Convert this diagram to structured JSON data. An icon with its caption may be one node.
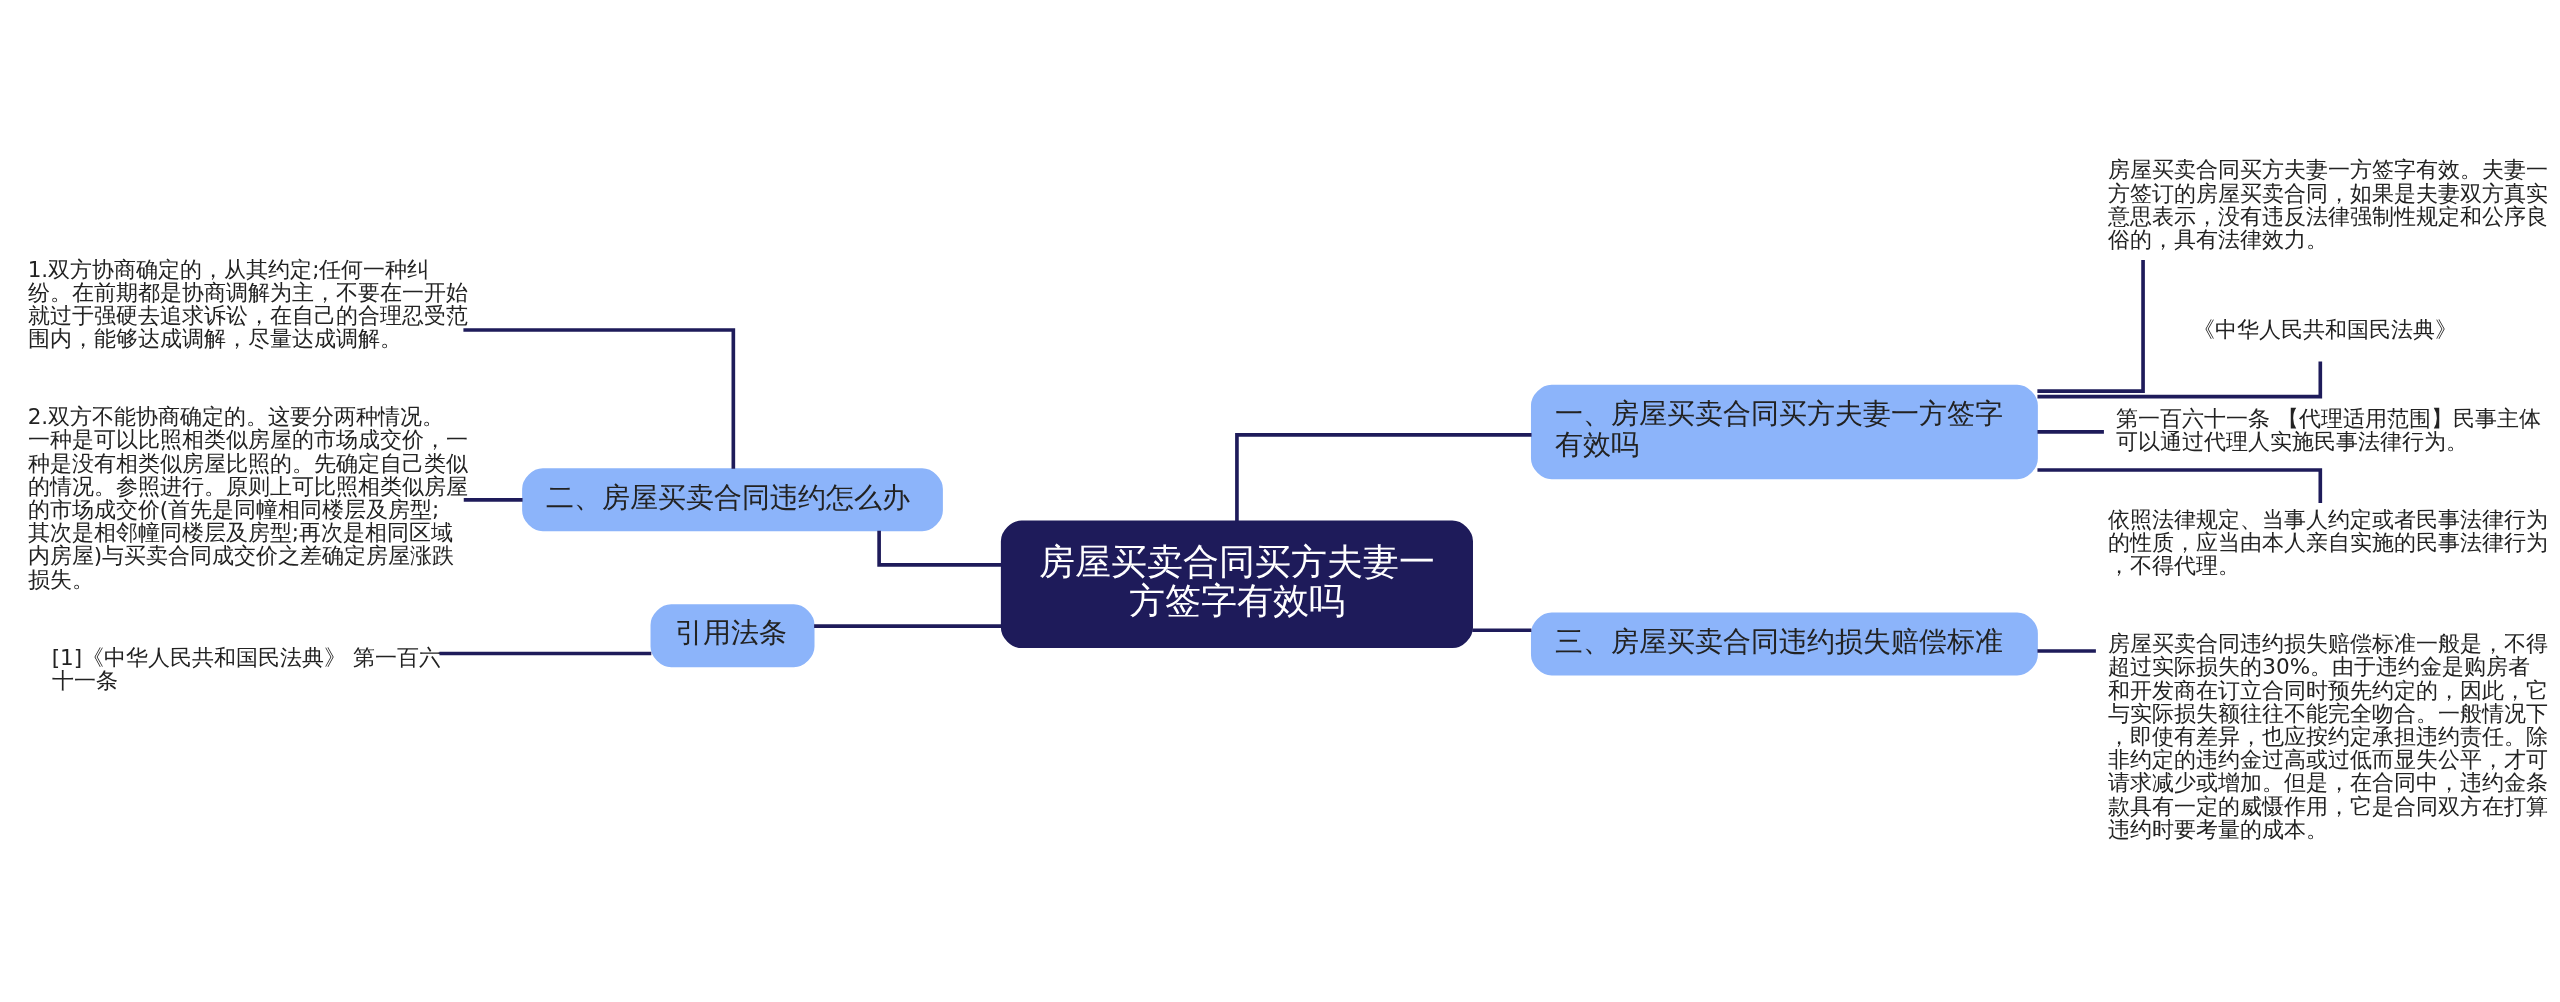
{
  "diagram": {
    "nodes": [
      {
        "text": [
          "房屋买卖合同买方夫妻一方签字有效吗"
        ]
      },
      {
        "text": [
          "一、房屋买卖合同买方夫妻一方签字有效吗"
        ]
      },
      {
        "text": [
          "房屋买卖合同买方夫妻一方签字有效。夫妻一方签订的房屋买卖合同，如果是夫妻双方真实意思表示，没有违反法律强制性规定和公序良俗的，具有法律效力。"
        ]
      },
      {
        "text": [
          "《中华人民共和国民法典》"
        ]
      },
      {
        "text": [
          "第一百六十一条 【代理适用范围】民事主体可以通过代理人实施民事法律行为。"
        ]
      },
      {
        "text": [
          "依照法律规定、当事人约定或者民事法律行为的性质，应当由本人亲自实施的民事法律行为，不得代理。"
        ]
      },
      {
        "text": [
          "三、房屋买卖合同违约损失赔偿标准"
        ]
      },
      {
        "text": [
          "房屋买卖合同违约损失赔偿标准一般是，不得超过实际损失的30%。由于违约金是购房者和开发商在订立合同时预先约定的，因此，它与实际损失额往往不能完全吻合。一般情况下，即使有差异，也应按约定承担违约责任。除非约定的违约金过高或过低而显失公平，才可请求减少或增加。但是，在合同中，违约金条款具有一定的威慑作用，它是合同双方在打算违约时要考量的成本。"
        ]
      },
      {
        "text": [
          "二、房屋买卖合同违约怎么办"
        ]
      },
      {
        "text": [
          "1.双方协商确定的，从其约定;任何一种纠纷。在前期都是协商调解为主，不要在一开始就过于强硬去追求诉讼，在自己的合理忍受范围内，能够达成调解，尽量达成调解。"
        ]
      },
      {
        "text": [
          "2.双方不能协商确定的。这要分两种情况。一种是可以比照相类似房屋的市场成交价，一种是没有相类似房屋比照的。先确定自己类似的情况。参照进行。原则上可比照相类似房屋的市场成交价(首先是同幢相同楼层及房型;其次是相邻幢同楼层及房型;再次是相同区域内房屋)与买卖合同成交价之差确定房屋涨跌损失。"
        ]
      },
      {
        "text": [
          "引用法条"
        ]
      },
      {
        "text": [
          "[1]《中华人民共和国民法典》 第一百六十一条"
        ]
      }
    ],
    "edges": [
      {
        "from": 0,
        "to": 1,
        "arrow": "none"
      },
      {
        "from": 1,
        "to": 2,
        "arrow": "none"
      },
      {
        "from": 1,
        "to": 3,
        "arrow": "none"
      },
      {
        "from": 1,
        "to": 4,
        "arrow": "none"
      },
      {
        "from": 1,
        "to": 5,
        "arrow": "none"
      },
      {
        "from": 0,
        "to": 6,
        "arrow": "none"
      },
      {
        "from": 6,
        "to": 7,
        "arrow": "none"
      },
      {
        "from": 0,
        "to": 8,
        "arrow": "none"
      },
      {
        "from": 8,
        "to": 9,
        "arrow": "none"
      },
      {
        "from": 8,
        "to": 10,
        "arrow": "none"
      },
      {
        "from": 0,
        "to": 11,
        "arrow": "none"
      },
      {
        "from": 11,
        "to": 12,
        "arrow": "none"
      }
    ]
  }
}
